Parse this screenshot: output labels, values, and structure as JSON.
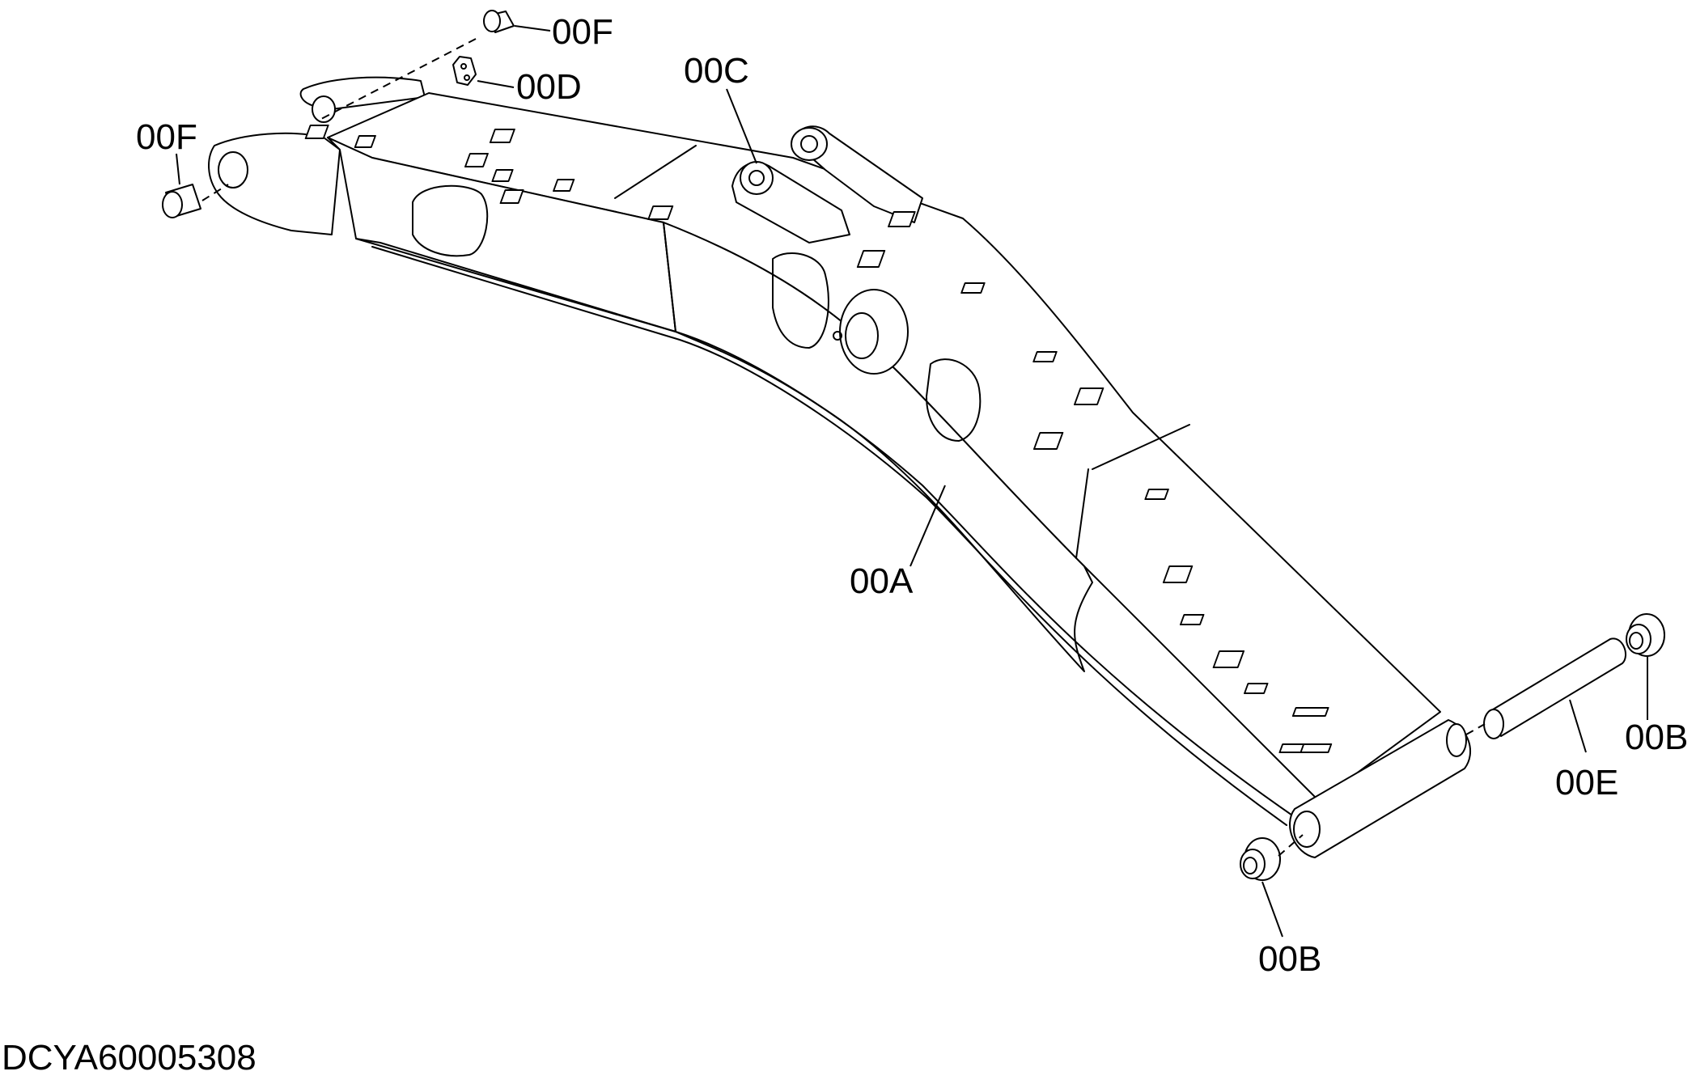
{
  "callouts": {
    "bushing_top": "00F",
    "plate_top": "00D",
    "bushing_left": "00F",
    "bracket_c": "00C",
    "boom": "00A",
    "bushing_right": "00B",
    "pin": "00E",
    "bushing_bottom": "00B"
  },
  "figure_id": "DCYA60005308"
}
